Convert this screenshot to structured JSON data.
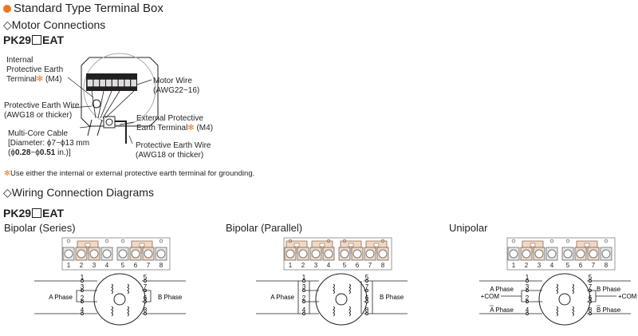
{
  "title": "Standard Type Terminal Box",
  "motor_connections": {
    "heading": "◇Motor Connections",
    "model_prefix": "PK29",
    "model_suffix": "EAT",
    "labels": {
      "internal_pe_1": "Internal",
      "internal_pe_2": "Protective Earth",
      "internal_pe_3": "Terminal",
      "internal_pe_4": " (M4)",
      "pe_wire_1": "Protective Earth Wire",
      "pe_wire_2": "(AWG18 or thicker)",
      "cable_1": "Multi-Core Cable",
      "cable_2": "[Diameter: ϕ7~ϕ13 mm",
      "cable_3a": "(ϕ",
      "cable_3b": "0.28",
      "cable_3c": "~ϕ",
      "cable_3d": "0.51",
      "cable_3e": " in.)]",
      "motor_wire_1": "Motor Wire",
      "motor_wire_2": "(AWG22~16)",
      "external_pe_1": "External Protective",
      "external_pe_2": "Earth Terminal",
      "external_pe_3": " (M4)",
      "pe_wire2_1": "Protective Earth Wire",
      "pe_wire2_2": "(AWG18 or thicker)",
      "asterisk": "✻"
    },
    "note": "Use either the internal or external protective earth terminal for grounding."
  },
  "wiring": {
    "heading": "◇Wiring Connection Diagrams",
    "model_prefix": "PK29",
    "model_suffix": "EAT",
    "diagrams": [
      {
        "title": "Bipolar (Series)",
        "jumpers": [
          [
            2,
            3
          ],
          [
            6,
            7
          ]
        ],
        "left_label": "A Phase",
        "right_label": "B Phase",
        "type": "series"
      },
      {
        "title": "Bipolar (Parallel)",
        "jumpers": [
          [
            1,
            2
          ],
          [
            3,
            4
          ],
          [
            5,
            6
          ],
          [
            7,
            8
          ]
        ],
        "left_label": "A Phase",
        "right_label": "B Phase",
        "type": "parallel"
      },
      {
        "title": "Unipolar",
        "jumpers": [
          [
            2,
            3
          ],
          [
            6,
            7
          ]
        ],
        "left_label": "A Phase",
        "left_label2": "A Phase",
        "right_label": "B Phase",
        "right_label2": "B Phase",
        "com_label": "+COM",
        "type": "unipolar"
      }
    ],
    "terminal_numbers": [
      "1",
      "2",
      "3",
      "4",
      "5",
      "6",
      "7",
      "8"
    ]
  },
  "colors": {
    "accent": "#ee7623",
    "jumper": "#f2d9c4"
  }
}
